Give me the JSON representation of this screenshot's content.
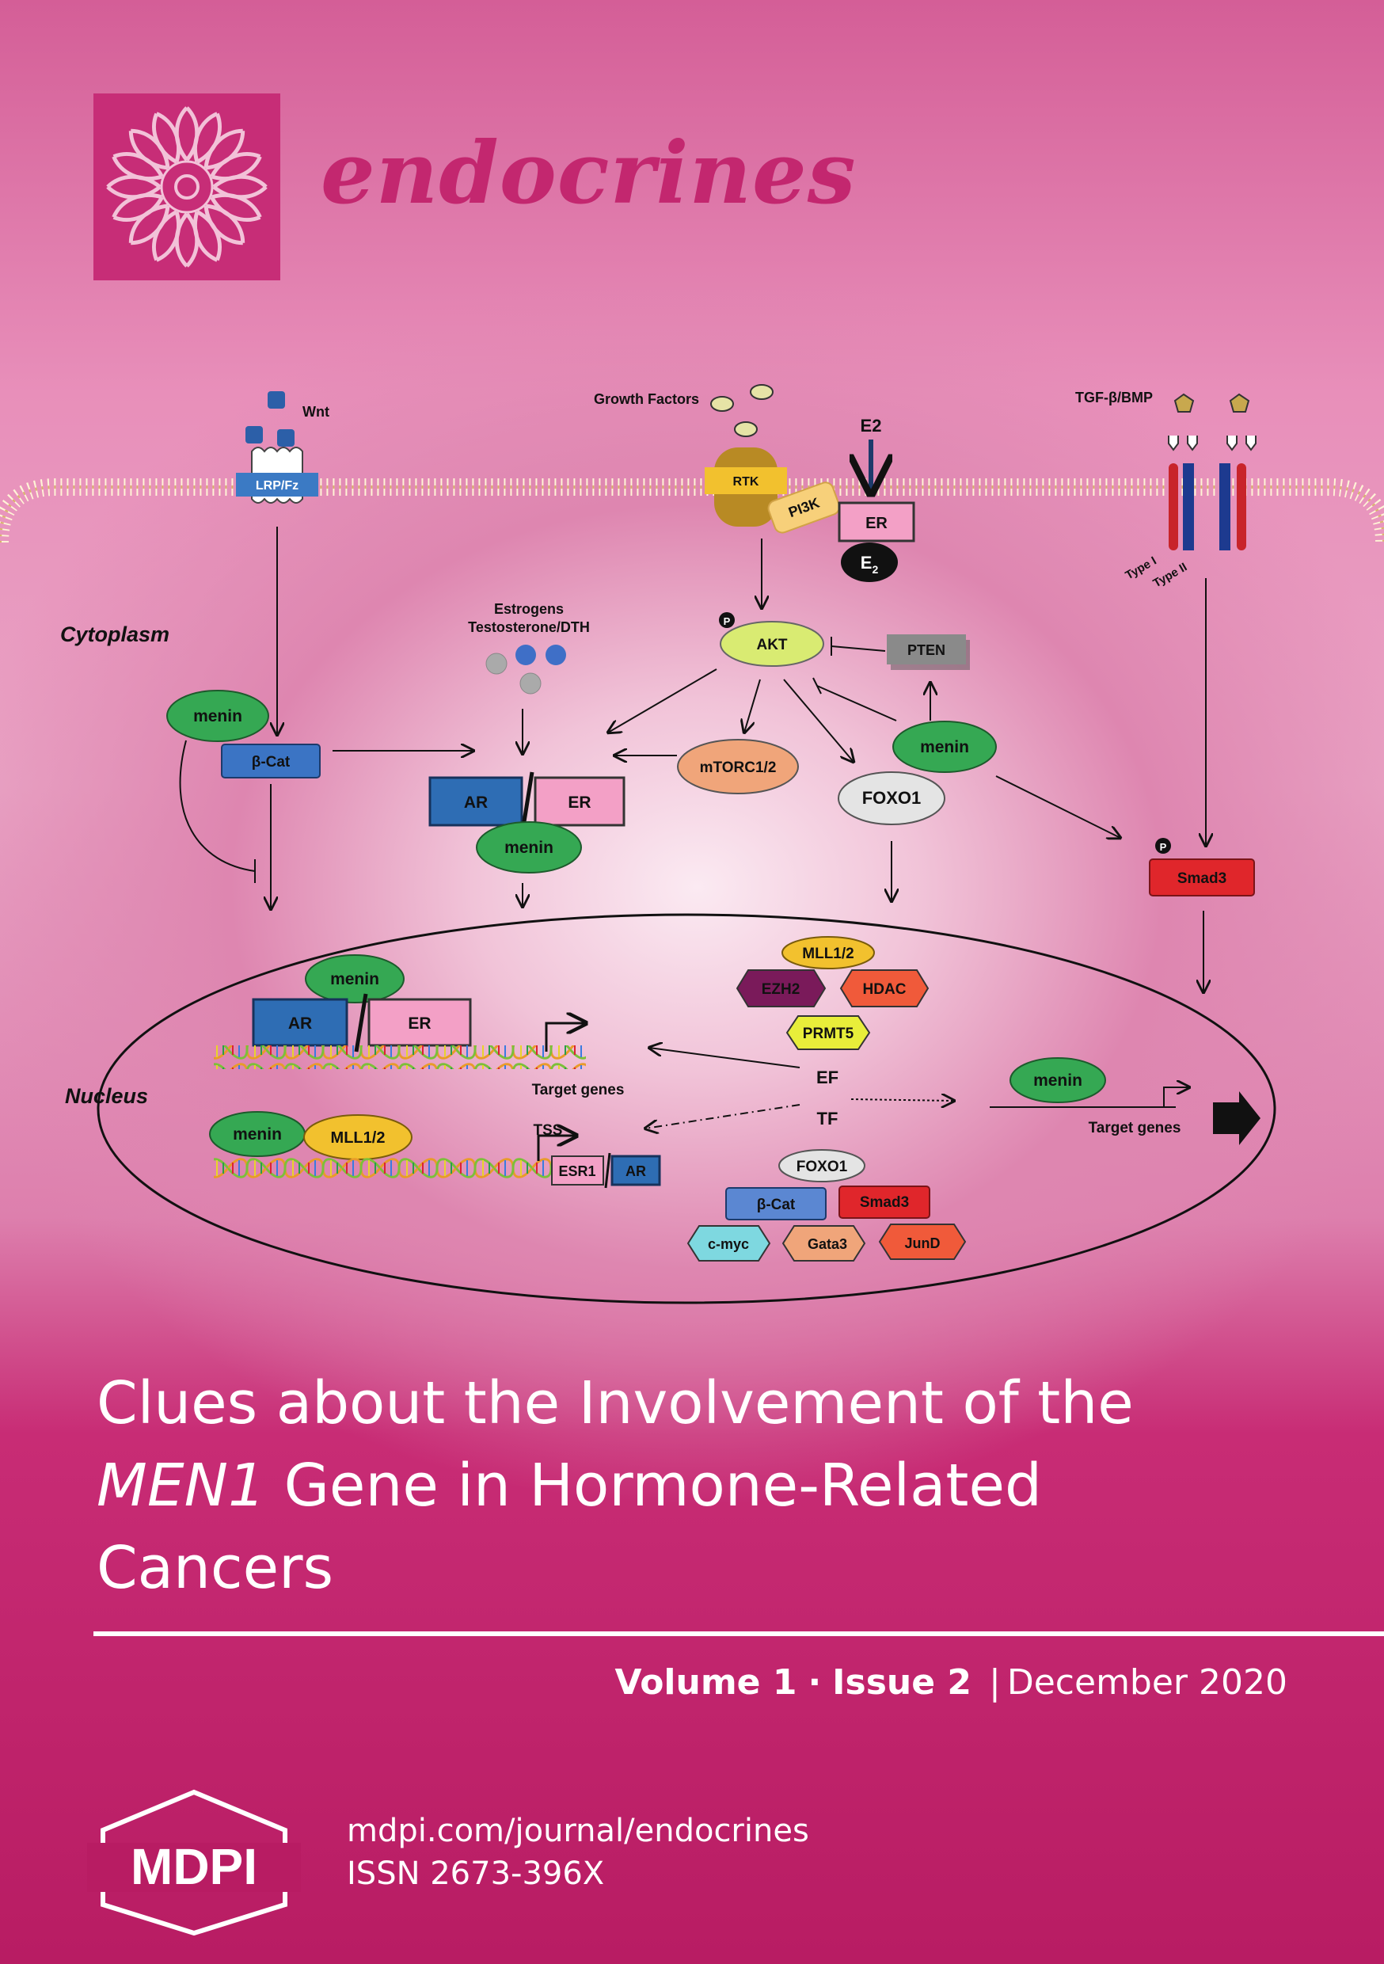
{
  "journal": {
    "name": "endocrines"
  },
  "diagram": {
    "ligands": {
      "wnt": "Wnt",
      "growth_factors": "Growth Factors",
      "e2_top": "E2",
      "tgf": "TGF-β/BMP"
    },
    "receptors": {
      "lrp": "LRP/Fz",
      "rtk": "RTK",
      "pi3k": "PI3K",
      "er": "ER",
      "e2_sub": "E",
      "e2_subscript": "2",
      "type1": "Type I",
      "type2": "Type II",
      "p_marker": "P"
    },
    "compartments": {
      "cytoplasm": "Cytoplasm",
      "nucleus": "Nucleus"
    },
    "hormones": {
      "line1": "Estrogens",
      "line2": "Testosterone/DTH"
    },
    "nodes": {
      "akt": "AKT",
      "pten": "PTEN",
      "menin": "menin",
      "beta_cat": "β-Cat",
      "mtorc": "mTORC1/2",
      "foxo1": "FOXO1",
      "smad3": "Smad3",
      "ar": "AR",
      "er": "ER",
      "mll": "MLL1/2",
      "ezh2": "EZH2",
      "hdac": "HDAC",
      "prmt5": "PRMT5",
      "ef": "EF",
      "tf": "TF",
      "target_genes": "Target genes",
      "tss": "TSS",
      "esr1": "ESR1",
      "cmyc": "c-myc",
      "gata3": "Gata3",
      "jund": "JunD"
    }
  },
  "article": {
    "title_line1": "Clues about the Involvement of the",
    "title_gene": "MEN1",
    "title_line2_rest": " Gene in Hormone-Related",
    "title_line3": "Cancers"
  },
  "issue": {
    "volume": "Volume 1",
    "dot": "·",
    "issue": "Issue 2",
    "bar": "|",
    "date": "December 2020"
  },
  "publisher": {
    "logo_text": "MDPI",
    "url": "mdpi.com/journal/endocrines",
    "issn": "ISSN 2673-396X"
  },
  "colors": {
    "brand": "#c3276f",
    "footer_bg": "#b81c63",
    "menin": "#35a853",
    "ar": "#2e6db4",
    "er": "#f3a0c6",
    "smad3": "#e0262b"
  }
}
